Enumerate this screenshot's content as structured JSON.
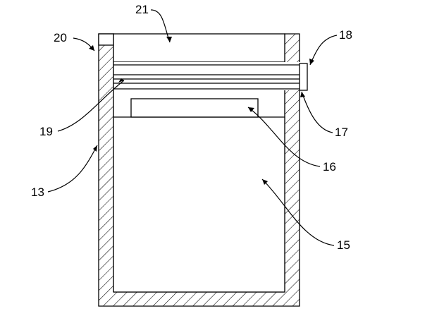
{
  "labels": {
    "l21": "21",
    "l20": "20",
    "l18": "18",
    "l19": "19",
    "l17": "17",
    "l16": "16",
    "l13": "13",
    "l15": "15"
  }
}
